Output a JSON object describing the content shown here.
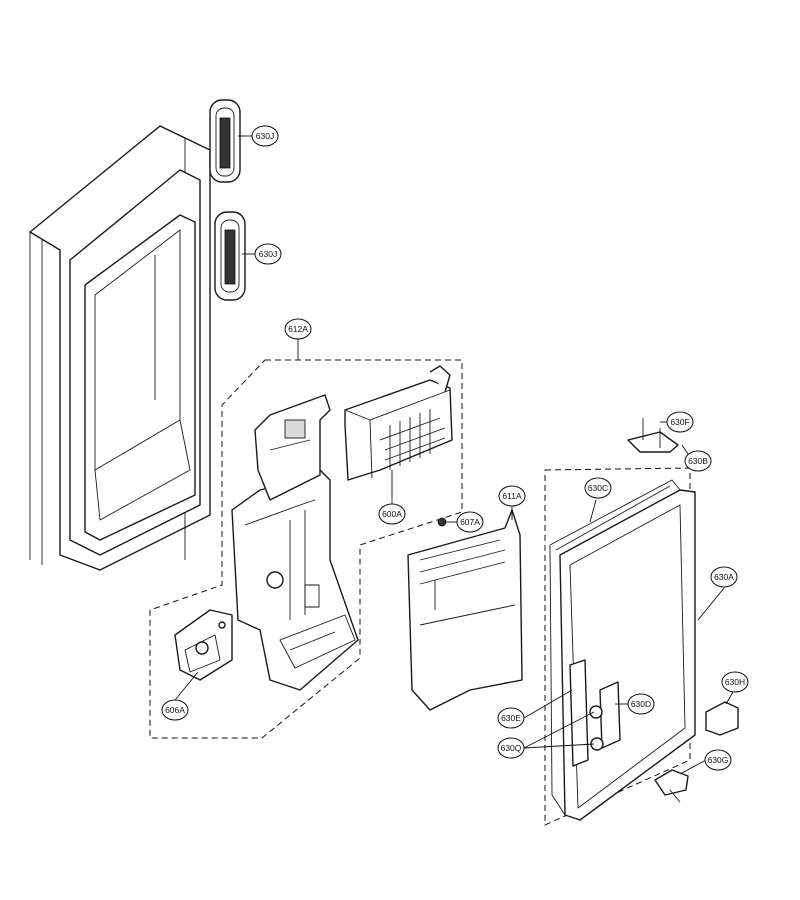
{
  "diagram": {
    "callouts": [
      {
        "id": "c1",
        "label": "630J"
      },
      {
        "id": "c2",
        "label": "630J"
      },
      {
        "id": "c3",
        "label": "612A"
      },
      {
        "id": "c4",
        "label": "600A"
      },
      {
        "id": "c5",
        "label": "607A"
      },
      {
        "id": "c6",
        "label": "611A"
      },
      {
        "id": "c7",
        "label": "606A"
      },
      {
        "id": "c8",
        "label": "630F"
      },
      {
        "id": "c9",
        "label": "630B"
      },
      {
        "id": "c10",
        "label": "630C"
      },
      {
        "id": "c11",
        "label": "630A"
      },
      {
        "id": "c12",
        "label": "630H"
      },
      {
        "id": "c13",
        "label": "630D"
      },
      {
        "id": "c14",
        "label": "630E"
      },
      {
        "id": "c15",
        "label": "630Q"
      },
      {
        "id": "c16",
        "label": "630G"
      }
    ]
  }
}
